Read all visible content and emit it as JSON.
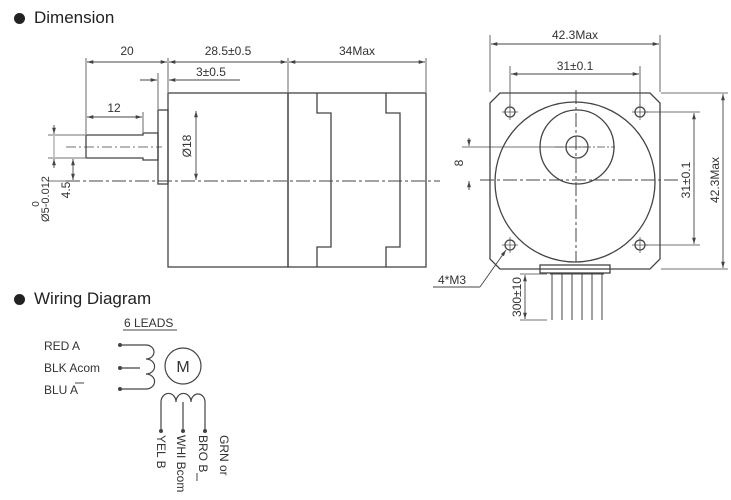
{
  "sections": {
    "dimension": "Dimension",
    "wiring": "Wiring Diagram"
  },
  "dimension_labels": {
    "d20": "20",
    "d28_5": "28.5±0.5",
    "d34max": "34Max",
    "d3": "3±0.5",
    "d12": "12",
    "d18": "Ø18",
    "d5_main": "Ø5-0.012",
    "d5_top": "0",
    "d4_5": "4.5",
    "d42_3_top": "42.3Max",
    "d31_top": "31±0.1",
    "d8": "8",
    "d31_side": "31±0.1",
    "d42_3_side": "42.3Max",
    "d4m3": "4*M3",
    "d300": "300±10"
  },
  "wiring": {
    "leads_title": "6 LEADS",
    "motor": "M",
    "left_leads": [
      "RED A",
      "BLK Acom",
      "BLU A"
    ],
    "bottom_leads": [
      "YEL B",
      "WHI Bcom",
      "BRO B",
      "GRN or"
    ]
  }
}
